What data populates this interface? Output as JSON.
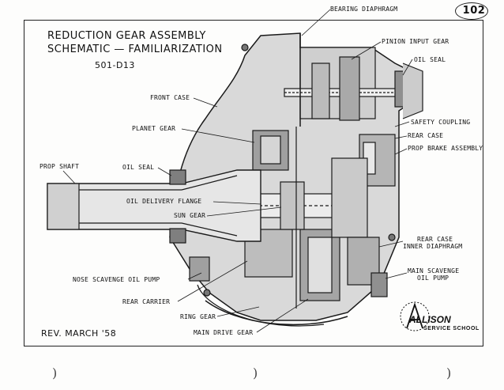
{
  "page_number": "102",
  "title": {
    "line1": "REDUCTION  GEAR  ASSEMBLY",
    "line2": "SCHEMATIC — FAMILIARIZATION",
    "code": "501-D13"
  },
  "revision": "REV.  MARCH  '58",
  "logo": {
    "name": "ALLISON",
    "sub": "SERVICE SCHOOL"
  },
  "labels": {
    "bearing_diaphragm": "BEARING DIAPHRAGM",
    "pinion_input_gear": "PINION INPUT GEAR",
    "oil_seal_top": "OIL SEAL",
    "front_case": "FRONT CASE",
    "safety_coupling": "SAFETY COUPLING",
    "planet_gear": "PLANET GEAR",
    "rear_case": "REAR CASE",
    "prop_brake_assembly": "PROP BRAKE ASSEMBLY",
    "prop_shaft": "PROP SHAFT",
    "oil_seal_left": "OIL SEAL",
    "oil_delivery_flange": "OIL DELIVERY FLANGE",
    "sun_gear": "SUN GEAR",
    "rear_case_inner_1": "REAR CASE",
    "rear_case_inner_2": "INNER DIAPHRAGM",
    "main_scavenge_1": "MAIN SCAVENGE",
    "main_scavenge_2": "OIL PUMP",
    "nose_scavenge_oil_pump": "NOSE SCAVENGE OIL PUMP",
    "rear_carrier": "REAR CARRIER",
    "ring_gear": "RING GEAR",
    "main_drive_gear": "MAIN DRIVE GEAR"
  }
}
